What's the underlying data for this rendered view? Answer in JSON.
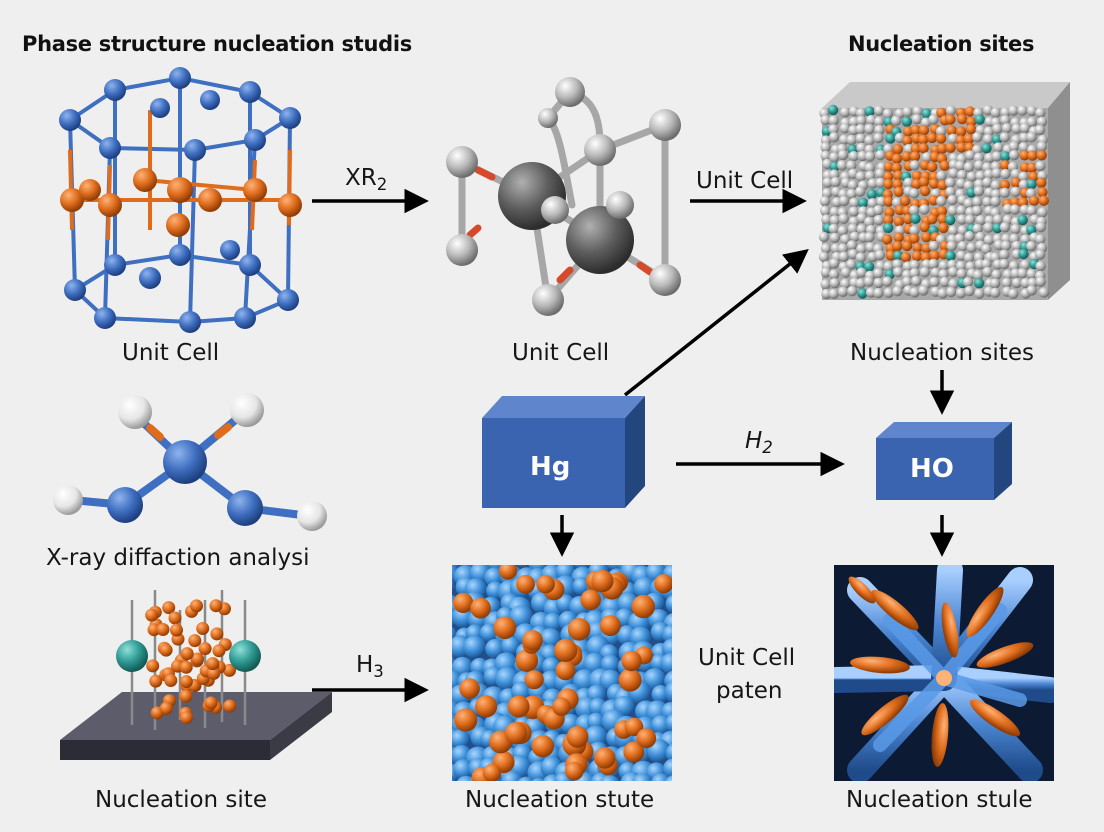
{
  "titles": {
    "left": "Phase structure nucleation studis",
    "right": "Nucleation sites"
  },
  "labels": {
    "unit_cell_1": "Unit Cell",
    "unit_cell_2": "Unit Cell",
    "nucleation_sites": "Nucleation sites",
    "xray": "X-ray diffaction analysi",
    "nucleation_site": "Nucleation site",
    "nucleation_stute_1": "Nucleation stute",
    "nucleation_stute_2": "Nucleation stule",
    "unit_cell_paten_line1": "Unit Cell",
    "unit_cell_paten_line2": "paten"
  },
  "arrows": {
    "xr2": {
      "base": "XR",
      "sub": "2"
    },
    "unit_cell": "Unit Cell",
    "h2": {
      "base": "H",
      "sub": "2"
    },
    "h3": {
      "base": "H",
      "sub": "3"
    }
  },
  "boxes": {
    "hg": "Hg",
    "ho": "HO"
  },
  "colors": {
    "background": "#efefef",
    "atom_blue": "#3f6fc0",
    "atom_orange": "#de6c1c",
    "atom_gray": "#b9b9b9",
    "atom_teal": "#2f9a93",
    "box_blue": "#3a63b0",
    "arrow": "#000000"
  }
}
